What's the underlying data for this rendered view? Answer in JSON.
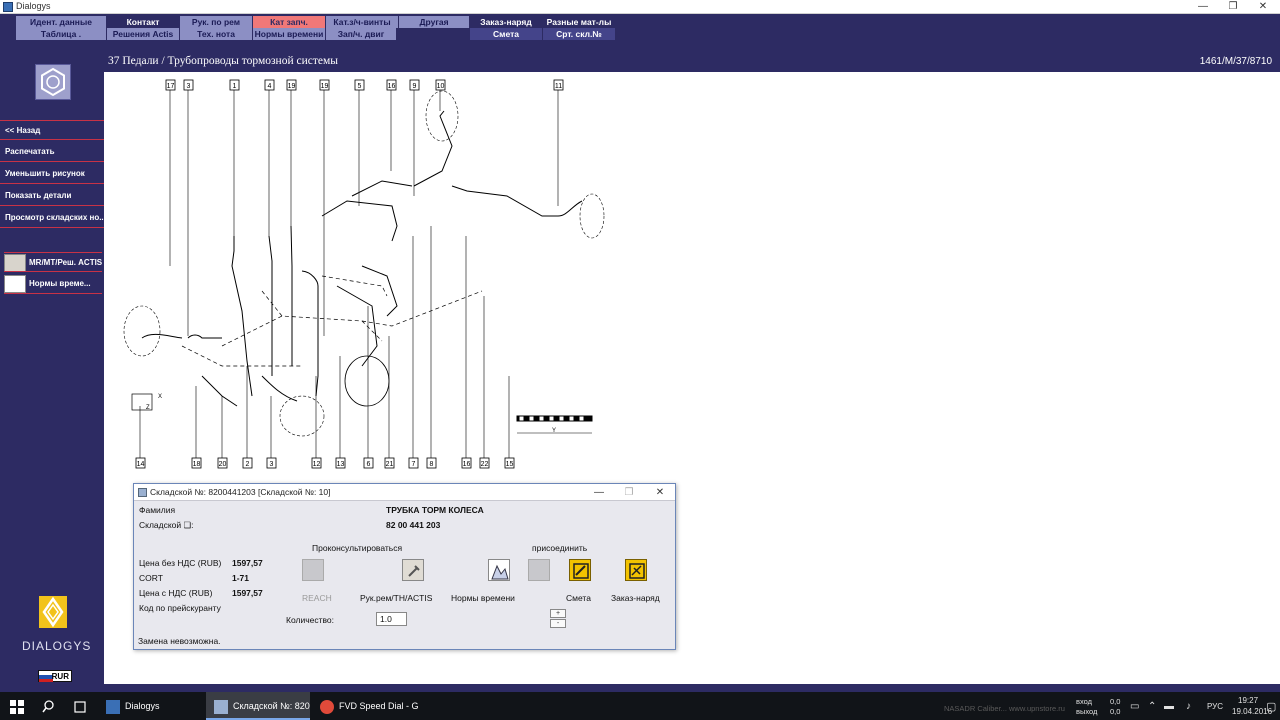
{
  "window": {
    "title": "Dialogys",
    "minimize": "—",
    "maximize": "❐",
    "close": "✕"
  },
  "tabs": {
    "row1": [
      {
        "label": "Идент. данные",
        "style": "light"
      },
      {
        "label": "Контакт",
        "style": "dark"
      },
      {
        "label": "Рук. по рем",
        "style": "light"
      },
      {
        "label": "Кат запч.",
        "style": "red"
      },
      {
        "label": "Кат.з/ч-винты",
        "style": "light"
      },
      {
        "label": "Другая",
        "style": "light"
      },
      {
        "label": "Заказ-наряд",
        "style": "dark"
      },
      {
        "label": "Разные мат-лы",
        "style": "dark"
      }
    ],
    "row2": [
      {
        "label": "Таблица .",
        "style": "light"
      },
      {
        "label": "Решения Actis",
        "style": "light"
      },
      {
        "label": "Тех. нота",
        "style": "light"
      },
      {
        "label": "Нормы времени",
        "style": "light"
      },
      {
        "label": "Зап/ч. двиг",
        "style": "light"
      },
      {
        "label": "Смета",
        "style": "mid"
      },
      {
        "label": "Срт. скл.№",
        "style": "mid"
      }
    ]
  },
  "header": {
    "breadcrumb": "37 Педали / Трубопроводы тормозной системы",
    "doc_ref": "1461/M/37/8710"
  },
  "sidebar": {
    "items": [
      {
        "label": "<< Назад"
      },
      {
        "label": "Распечатать"
      },
      {
        "label": "Уменьшить рисунок"
      },
      {
        "label": "Показать детали"
      },
      {
        "label": "Просмотр складских но..."
      }
    ],
    "icon_items": [
      {
        "label": "MR/MT/Реш. ACTIS",
        "icon": "wrench-book-icon"
      },
      {
        "label": "Нормы време...",
        "icon": "clock-chart-icon"
      }
    ],
    "brand": "DIALOGYS",
    "currency": "RUR"
  },
  "drawing": {
    "top_callouts": [
      "17",
      "3",
      "1",
      "4",
      "19",
      "19",
      "5",
      "16",
      "9",
      "10",
      "11"
    ],
    "bottom_callouts": [
      "14",
      "18",
      "20",
      "2",
      "3",
      "12",
      "13",
      "6",
      "21",
      "7",
      "8",
      "16",
      "22",
      "15"
    ],
    "dim_x": "X",
    "dim_z": "Z",
    "dim_y": "Y"
  },
  "dialog": {
    "title": "Складской №: 8200441203 [Складской №: 10]",
    "family_label": "Фамилия",
    "family_value": "ТРУБКА ТОРМ КОЛЕСА",
    "stock_label": "Складской ❏:",
    "stock_value": "82 00 441 203",
    "consult_heading": "Проконсультироваться",
    "attach_heading": "присоединить",
    "price_excl_label": "Цена без НДС (RUB)",
    "price_excl_value": "1597,57",
    "cort_label": "CORT",
    "cort_value": "1-71",
    "price_incl_label": "Цена с НДС (RUB)",
    "price_incl_value": "1597,57",
    "pricelist_code_label": "Код по прейскуранту",
    "buttons": {
      "reach": "REACH",
      "repair_manual": "Рук.рем/TH/ACTIS",
      "labour_times": "Нормы времени",
      "estimate": "Смета",
      "work_order": "Заказ-наряд"
    },
    "quantity_label": "Количество:",
    "quantity_value": "1.0",
    "stepper_plus": "+",
    "stepper_minus": "-",
    "replacement_status": "Замена невозможна."
  },
  "taskbar": {
    "items": [
      {
        "label": "Dialogys",
        "active": false
      },
      {
        "label": "Складской №: 820...",
        "active": true
      },
      {
        "label": "FVD Speed Dial - G...",
        "active": false
      }
    ],
    "tray_in_label": "вход",
    "tray_in_value": "0,0",
    "tray_out_label": "выход",
    "tray_out_value": "0,0",
    "tray_lang": "РУС",
    "tray_time": "19:27",
    "tray_date": "19.04.2016",
    "tray_watermark": "NASADR Caliber... www.upnstore.ru"
  }
}
